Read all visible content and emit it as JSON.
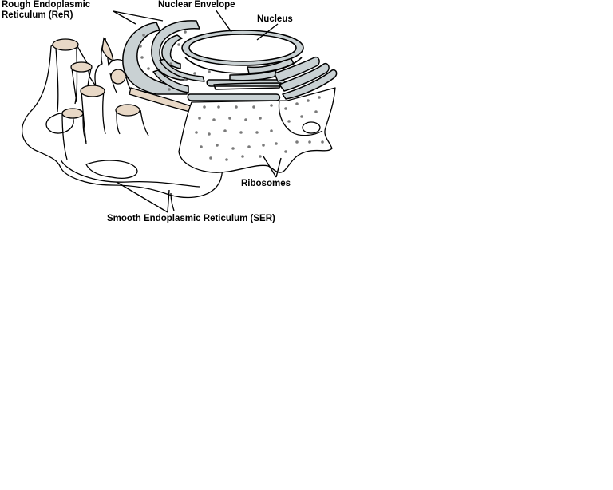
{
  "labels": {
    "rer_line1": "Rough Endoplasmic",
    "rer_line2": "Reticulum (ReR)",
    "nuclear_envelope": "Nuclear Envelope",
    "nucleus": "Nucleus",
    "ribosomes": "Ribosomes",
    "ser": "Smooth Endoplasmic Reticulum (SER)"
  },
  "colors": {
    "outline": "#000000",
    "rer_fill": "#c9d1d3",
    "tube_lumen": "#e8d8c6",
    "ribosome": "#7a7a7a",
    "background": "#ffffff"
  }
}
